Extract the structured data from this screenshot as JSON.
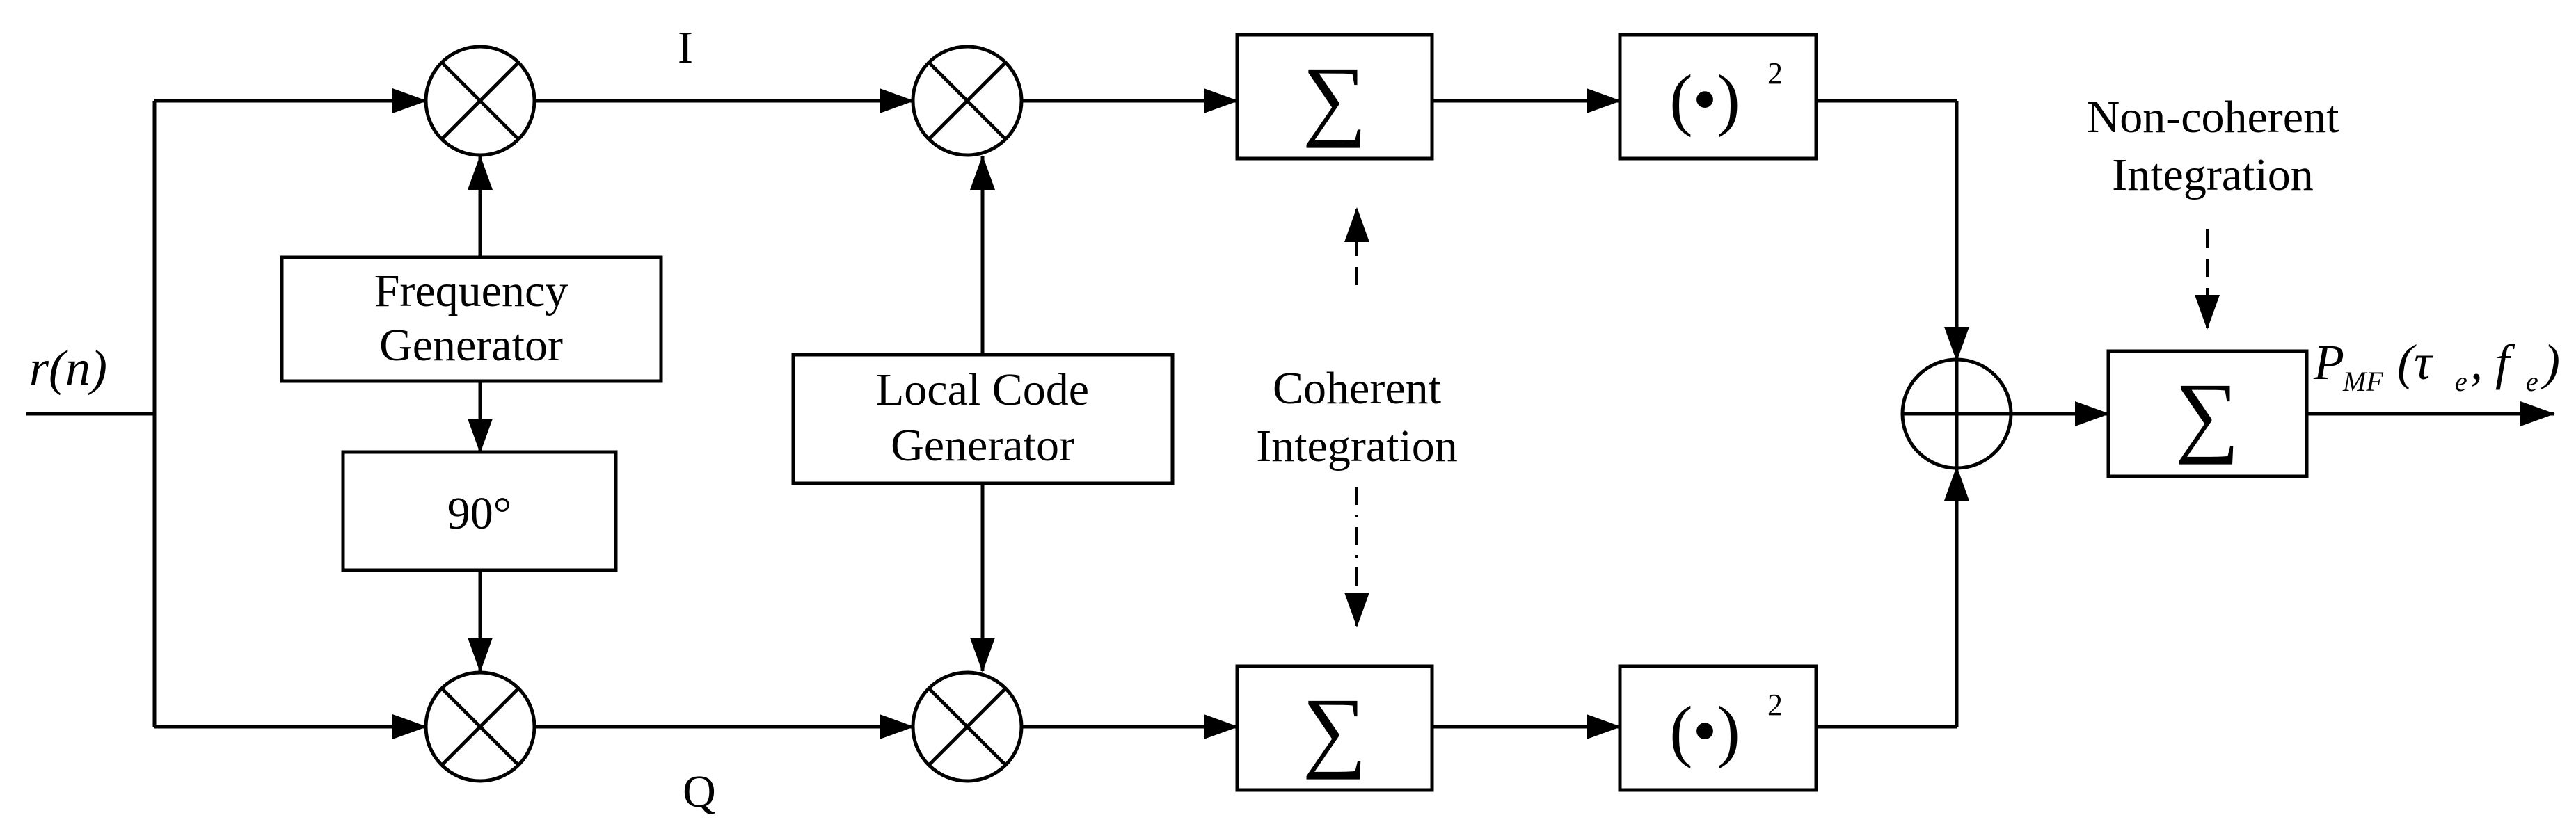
{
  "signals": {
    "input": "r(n)",
    "i_branch": "I",
    "q_branch": "Q",
    "output_main": "P",
    "output_sub": "MF",
    "output_args": "(τ",
    "output_args_sub1": "e",
    "output_args_mid": ", f",
    "output_args_sub2": "e",
    "output_args_end": ")"
  },
  "blocks": {
    "freq_gen_line1": "Frequency",
    "freq_gen_line2": "Generator",
    "phase_shift": "90°",
    "code_gen_line1": "Local Code",
    "code_gen_line2": "Generator",
    "sum_symbol": "∑",
    "square_body": "(•)",
    "square_exp": "2"
  },
  "annotations": {
    "coherent_line1": "Coherent",
    "coherent_line2": "Integration",
    "noncoherent_line1": "Non-coherent",
    "noncoherent_line2": "Integration"
  }
}
